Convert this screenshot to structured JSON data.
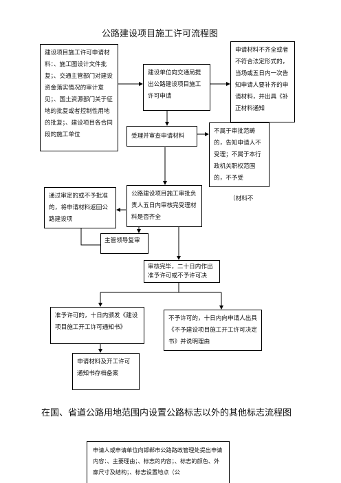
{
  "title": "公路建设项目施工许可流程图",
  "boxes": {
    "materials": "建设项目施工许可申请材料：、施工图设计文件批复；、交通主管部门对建设资金落实情况的审计意见；、国土资源部门关于征地的批复或者控制性用地的批复；、建设项目各合同段的施工单位",
    "apply": "建设单位向交通局提出公路建设项目施工许可申请",
    "incomplete": "申请材料不齐全或者不符合法定形式的，当场或五日内一次告知申请人要补齐的申请材料，并出具《补正材料通知",
    "accept": "受理并审查申请材料",
    "not_accepted": "不属于审批范畴的，告知申请人不受理；不属于本行政机关职权范围的，不予受",
    "not_accepted_tail": "（材料不",
    "returned": "通过审定的或不予批准的，将申请材料返回公路建设项",
    "review": "公路建设项目施工审批负责人五日内审核完受理材料是否齐全",
    "leader": "主管领导复审",
    "decision": "审核完毕，二十日内作出准予许可或不予许可决",
    "approve": "准予许可的，十日内颁发《建设项目施工开工许可通知书》",
    "reject": "不予许可的，十日内向申请人出具《不予建设项目施工开工许可决定书》并说明理由",
    "archive": "申请材料及开工许可通知书存档备案"
  },
  "section2": {
    "title": "在国、省道公路用地范围内设置公路标志以外的其他标志流程图",
    "box": "申请人或申请单位向邯郸市公路路政管理处提出申请内容：、主要理由；、标志的内容；、标志的颜色、外廓尺寸及结构；、标志设置地点（公"
  }
}
